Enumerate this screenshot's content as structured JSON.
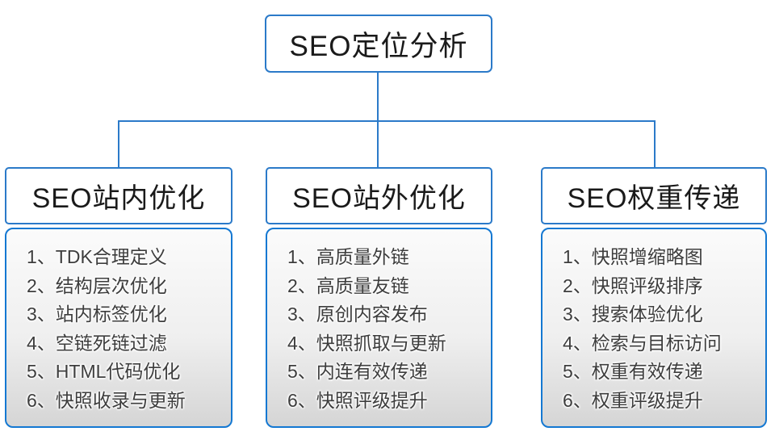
{
  "diagram": {
    "root": {
      "title": "SEO定位分析"
    },
    "branches": [
      {
        "title": "SEO站内优化",
        "items": [
          "1、TDK合理定义",
          "2、结构层次优化",
          "3、站内标签优化",
          "4、空链死链过滤",
          "5、HTML代码优化",
          "6、快照收录与更新"
        ]
      },
      {
        "title": "SEO站外优化",
        "items": [
          "1、高质量外链",
          "2、高质量友链",
          "3、原创内容发布",
          "4、快照抓取与更新",
          "5、内连有效传递",
          "6、快照评级提升"
        ]
      },
      {
        "title": "SEO权重传递",
        "items": [
          "1、快照增缩略图",
          "2、快照评级排序",
          "3、搜索体验优化",
          "4、检索与目标访问",
          "5、权重有效传递",
          "6、权重评级提升"
        ]
      }
    ],
    "colors": {
      "node_border": "#2b7ac9",
      "connector_line": "#2b7ac9",
      "list_border": "#1478d2",
      "list_bg_top": "#fbfbfb",
      "list_bg_bottom": "#d5d5d5",
      "title_text": "#1a1a1a",
      "item_text": "#3d3d3d"
    }
  }
}
